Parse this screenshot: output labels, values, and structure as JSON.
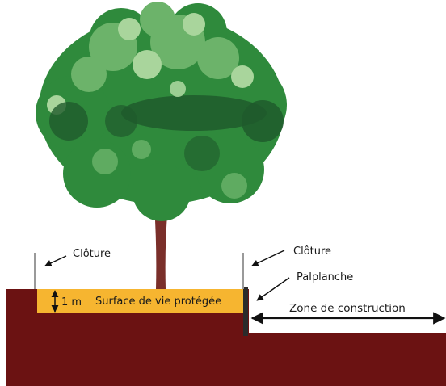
{
  "labels": {
    "fence_left": "Clôture",
    "fence_right": "Clôture",
    "sheet_pile": "Palplanche",
    "depth": "1 m",
    "protected_zone": "Surface de vie protégée",
    "construction_zone": "Zone de construction"
  },
  "colors": {
    "soil": "#6b1212",
    "protected_layer": "#f6b530",
    "trunk": "#7a2f2a",
    "foliage_dark": "#1f5a2c",
    "foliage_mid": "#2f8a3c",
    "foliage_light": "#6cb36a",
    "foliage_pale": "#a9d59c",
    "fence": "#9a9a9a",
    "sheet_pile": "#2b2b2b"
  },
  "icons": {
    "depth_marker": "double-arrow-vertical-icon",
    "construction_extent": "double-arrow-horizontal-icon"
  }
}
